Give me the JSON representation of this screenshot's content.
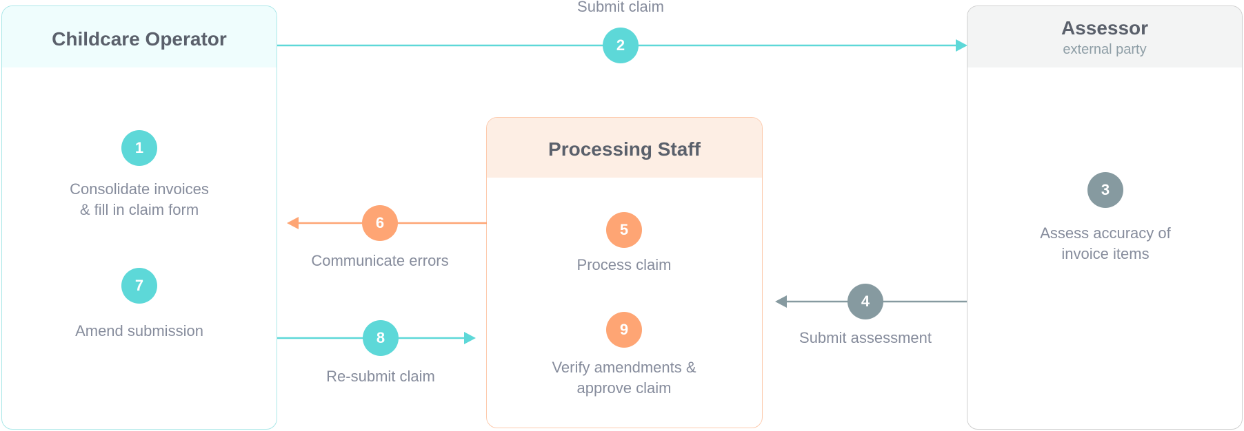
{
  "colors": {
    "teal": "#5dd8d8",
    "orange": "#fea574",
    "grey": "#869aa0",
    "text": "#868c9c",
    "title": "#5a606b"
  },
  "lanes": {
    "operator": {
      "title": "Childcare Operator"
    },
    "staff": {
      "title": "Processing Staff"
    },
    "assessor": {
      "title": "Assessor",
      "subtitle": "external party"
    }
  },
  "steps": [
    {
      "number": "1",
      "label_lines": [
        "Consolidate invoices",
        "& fill in claim form"
      ],
      "lane": "operator",
      "color": "teal"
    },
    {
      "number": "2",
      "label_lines": [
        "Submit claim"
      ],
      "from": "operator",
      "to": "assessor",
      "color": "teal"
    },
    {
      "number": "3",
      "label_lines": [
        "Assess accuracy of",
        "invoice items"
      ],
      "lane": "assessor",
      "color": "grey"
    },
    {
      "number": "4",
      "label_lines": [
        "Submit assessment"
      ],
      "from": "assessor",
      "to": "staff",
      "color": "grey"
    },
    {
      "number": "5",
      "label_lines": [
        "Process claim"
      ],
      "lane": "staff",
      "color": "orange"
    },
    {
      "number": "6",
      "label_lines": [
        "Communicate errors"
      ],
      "from": "staff",
      "to": "operator",
      "color": "orange"
    },
    {
      "number": "7",
      "label_lines": [
        "Amend submission"
      ],
      "lane": "operator",
      "color": "teal"
    },
    {
      "number": "8",
      "label_lines": [
        "Re-submit claim"
      ],
      "from": "operator",
      "to": "staff",
      "color": "teal"
    },
    {
      "number": "9",
      "label_lines": [
        "Verify amendments &",
        "approve claim"
      ],
      "lane": "staff",
      "color": "orange"
    }
  ]
}
